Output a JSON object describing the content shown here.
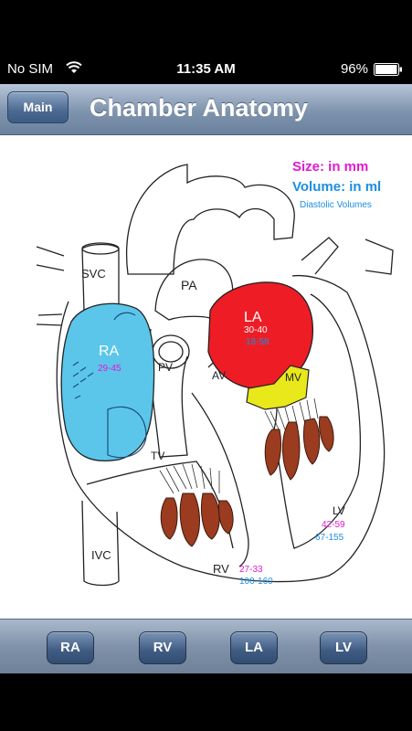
{
  "status": {
    "carrier": "No SIM",
    "time": "11:35 AM",
    "battery": "96%"
  },
  "nav": {
    "back_label": "Main",
    "title": "Chamber Anatomy"
  },
  "legend": {
    "size": "Size: in mm",
    "volume": "Volume: in ml",
    "note": "Diastolic Volumes",
    "size_color": "#e01ad2",
    "volume_color": "#1a8fe0"
  },
  "diagram": {
    "labels": {
      "svc": "SVC",
      "ivc": "IVC",
      "pa": "PA",
      "pv": "PV",
      "av": "AV",
      "mv": "MV",
      "tv": "TV"
    },
    "ra": {
      "name": "RA",
      "size": "29-45",
      "color": "#5bc6ea"
    },
    "la": {
      "name": "LA",
      "size": "30-40",
      "volume": "18-58",
      "color": "#ee1c25"
    },
    "rv": {
      "name": "RV",
      "size": "27-33",
      "volume": "100-160"
    },
    "lv": {
      "name": "LV",
      "size": "42-59",
      "volume": "67-155"
    },
    "mv_color": "#e8e81a",
    "muscle_color": "#9b3b1f"
  },
  "tabs": [
    {
      "label": "RA"
    },
    {
      "label": "RV"
    },
    {
      "label": "LA"
    },
    {
      "label": "LV"
    }
  ]
}
